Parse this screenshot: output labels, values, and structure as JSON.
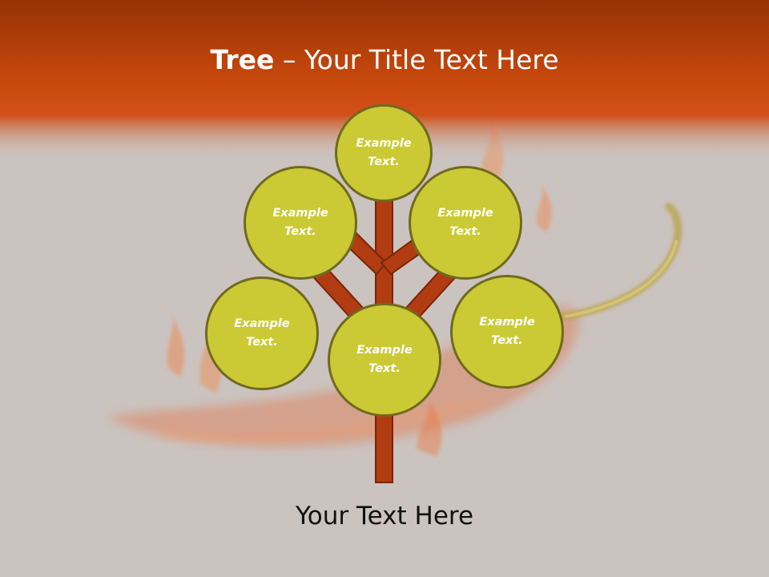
{
  "title": {
    "bold": "Tree",
    "rest": " – Your Title Text Here"
  },
  "nodes": [
    {
      "id": "top",
      "label": "Example\nText."
    },
    {
      "id": "upper-left",
      "label": "Example\nText."
    },
    {
      "id": "upper-right",
      "label": "Example\nText."
    },
    {
      "id": "lower-left",
      "label": "Example\nText."
    },
    {
      "id": "center",
      "label": "Example\nText."
    },
    {
      "id": "lower-right",
      "label": "Example\nText."
    }
  ],
  "subtitle": "Your Text Here",
  "colors": {
    "header": "#c9470c",
    "background": "#cbc3bf",
    "node_fill": "#cbca34",
    "node_border": "#6f6a1f",
    "trunk": "#b23c12"
  }
}
